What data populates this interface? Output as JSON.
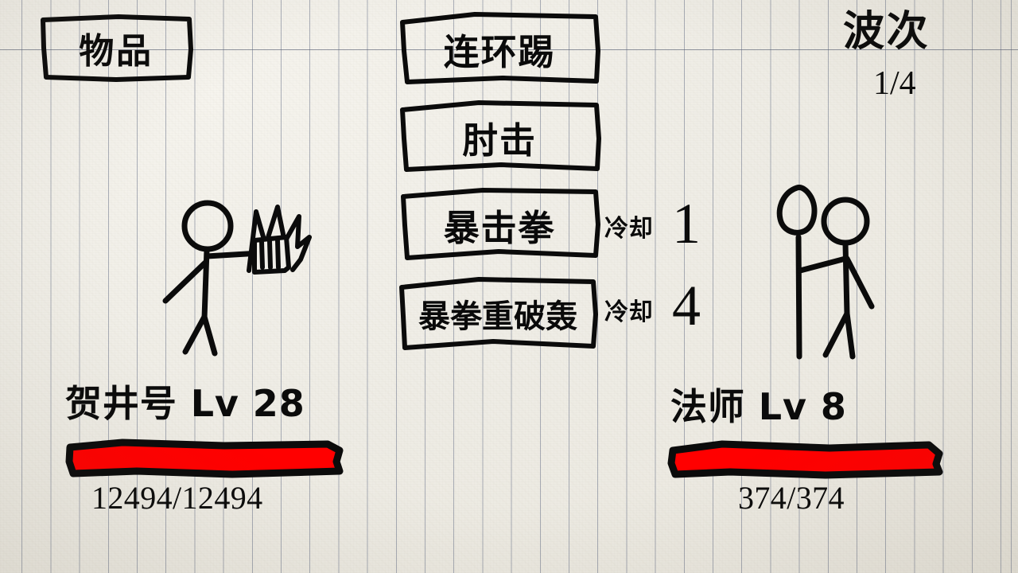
{
  "scene": {
    "background_color": "#f1efe9",
    "ink_color": "#0b0b0b",
    "rule_line_color": "#5f6982",
    "hp_fill_color": "#ff0000"
  },
  "topbar": {
    "items_button_label": "物品",
    "wave_label": "波次",
    "wave_value": "1/4",
    "wave_current": 1,
    "wave_total": 4
  },
  "skills": [
    {
      "name": "连环踢",
      "cooldown_label": "",
      "cooldown_value": ""
    },
    {
      "name": "肘击",
      "cooldown_label": "",
      "cooldown_value": ""
    },
    {
      "name": "暴击拳",
      "cooldown_label": "冷却",
      "cooldown_value": "1"
    },
    {
      "name": "暴拳重破轰",
      "cooldown_label": "冷却",
      "cooldown_value": "4"
    }
  ],
  "player": {
    "name": "贺井号",
    "level_prefix": "Lv",
    "level": "28",
    "name_line": "贺井号 Lv 28",
    "hp_current": "12494",
    "hp_max": "12494",
    "hp_text": "12494/12494",
    "hp_percent": 100,
    "figure": "stick-figure-punching"
  },
  "enemy": {
    "name": "法师",
    "level_prefix": "Lv",
    "level": "8",
    "name_line": "法师 Lv 8",
    "hp_current": "374",
    "hp_max": "374",
    "hp_text": "374/374",
    "hp_percent": 100,
    "figure": "stick-figure-mage-with-staff"
  }
}
